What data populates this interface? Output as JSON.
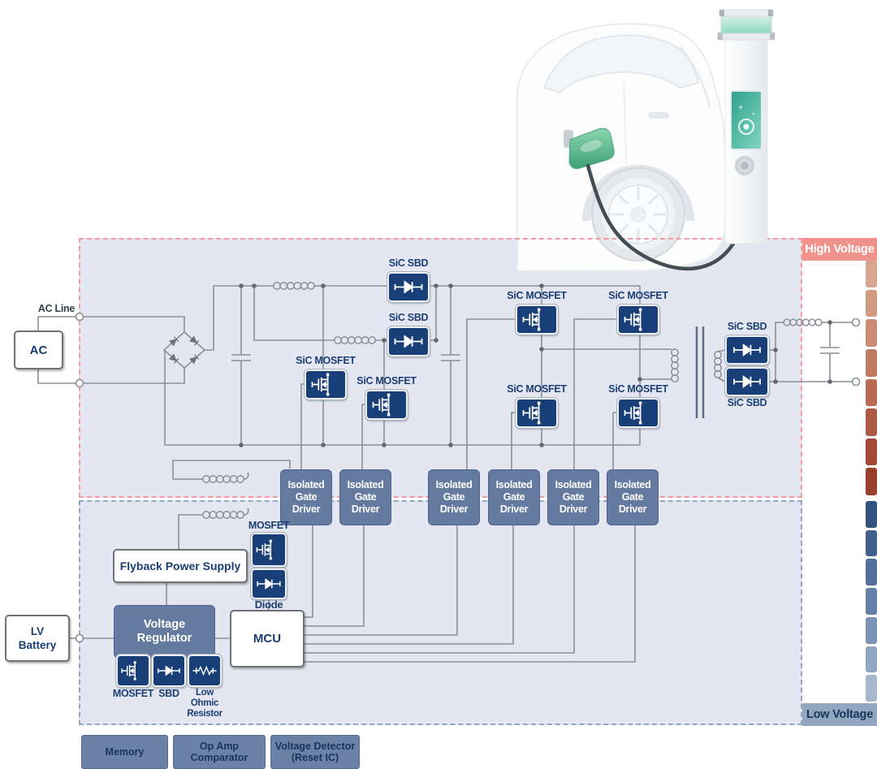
{
  "badges": {
    "high_voltage": {
      "label": "High Voltage",
      "bg": "#f2928c",
      "fg": "#ffffff"
    },
    "low_voltage": {
      "label": "Low Voltage",
      "bg": "#93a6bf",
      "fg": "#16355f"
    }
  },
  "regions": {
    "fill": "#e4e7f2",
    "high_voltage_border": "#f49aa4",
    "low_voltage_border": "#96a5c0"
  },
  "labels": {
    "ac_line": "AC Line",
    "sic_sbd": "SiC SBD",
    "sic_mosfet": "SiC MOSFET",
    "mosfet": "MOSFET",
    "diode": "Diode",
    "sbd": "SBD",
    "low_ohmic_resistor_lines": [
      "Low",
      "Ohmic",
      "Resistor"
    ]
  },
  "blocks": {
    "ac": "AC",
    "lv_battery_lines": [
      "LV",
      "Battery"
    ],
    "flyback": "Flyback Power Supply",
    "mcu": "MCU",
    "voltage_regulator_lines": [
      "Voltage",
      "Regulator"
    ]
  },
  "gate_driver": {
    "lines": [
      "Isolated",
      "Gate",
      "Driver"
    ],
    "count": 6,
    "bg": "#647a9f"
  },
  "bottom_row": {
    "memory": "Memory",
    "opamp_lines": [
      "Op Amp",
      "Comparator"
    ],
    "vdet_lines": [
      "Voltage Detector",
      "(Reset IC)"
    ]
  },
  "gradient_bar": {
    "red_segments": [
      "#d7a691",
      "#d19a82",
      "#ca8a73",
      "#c17b63",
      "#b86b54",
      "#ae5b46",
      "#a34b38",
      "#98402d"
    ],
    "blue_segments": [
      "#33517f",
      "#41608c",
      "#52709a",
      "#6681a7",
      "#7b93b4",
      "#92a6c1",
      "#a7b7cd"
    ]
  },
  "illustration": {
    "description": "electric car charging at charging pillar",
    "car_color": "#fdfdfe",
    "plug_color": "#4fae83",
    "cable_color": "#454d54",
    "screen_color": "#2ea28a"
  },
  "colors": {
    "block_navy": "#183f78",
    "slate_blue": "#647a9f",
    "wire_gray": "#8a8f98",
    "text_navy": "#1b3e75",
    "symbol_white": "#ffffff"
  }
}
